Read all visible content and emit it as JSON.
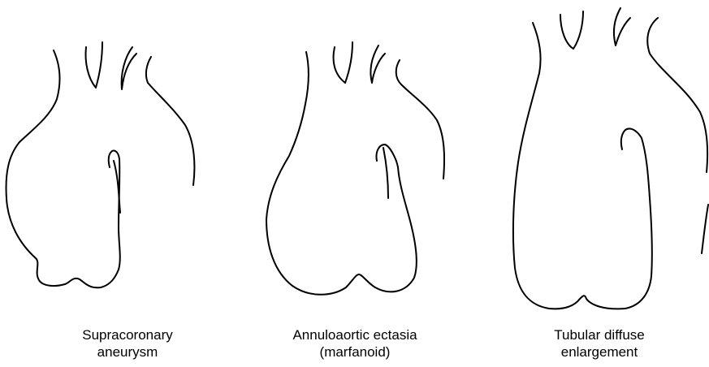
{
  "panels": [
    {
      "caption_line1": "Supracoronary",
      "caption_line2": "aneurysm"
    },
    {
      "caption_line1": "Annuloaortic ectasia",
      "caption_line2": "(marfanoid)"
    },
    {
      "caption_line1": "Tubular diffuse",
      "caption_line2": "enlargement"
    }
  ],
  "colors": {
    "stroke": "#000000",
    "background": "#ffffff"
  }
}
